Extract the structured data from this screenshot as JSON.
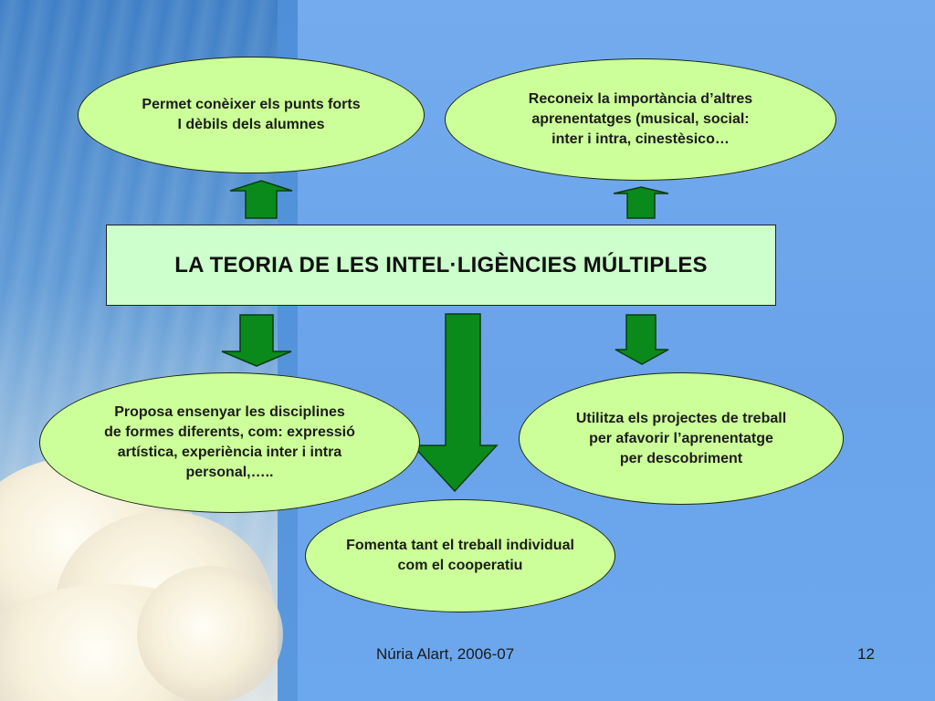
{
  "slide": {
    "title": "LA TEORIA DE LES  INTEL·LIGÈNCIES MÚLTIPLES",
    "bubbles": [
      {
        "text": "Permet conèixer els punts forts\nI dèbils dels alumnes"
      },
      {
        "text": "Reconeix la importància d’altres\n aprenentatges (musical, social:\ninter i intra, cinestèsico…"
      },
      {
        "text": "Proposa ensenyar les disciplines\nde formes diferents, com: expressió\nartística, experiència inter i intra\npersonal,….."
      },
      {
        "text": "Fomenta tant el treball individual\ncom el cooperatiu"
      },
      {
        "text": "Utilitza els projectes de treball\nper afavorir l’aprenentatge\nper descobriment"
      }
    ],
    "footer": {
      "author": "Núria Alart, 2006-07",
      "page": "12"
    }
  },
  "colors": {
    "bubble_fill": "#ccff99",
    "title_fill": "#ccffcc",
    "arrow_fill": "#0a8a1a",
    "background": "#6aa7ec"
  }
}
